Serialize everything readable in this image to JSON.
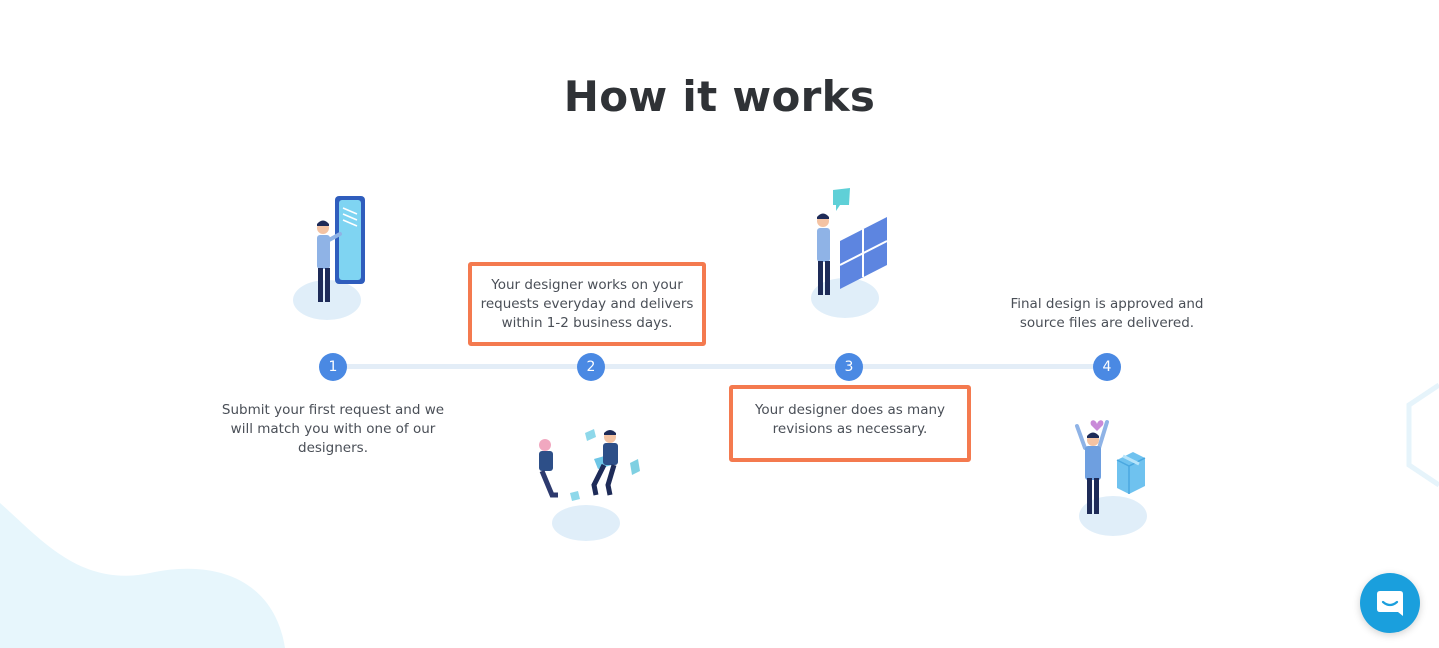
{
  "page": {
    "title": "How it works"
  },
  "steps": [
    {
      "number": "1",
      "text": "Submit your first request and we will match you with one of our designers.",
      "highlighted": false
    },
    {
      "number": "2",
      "text": "Your designer works on your requests everyday and delivers within 1-2 business days.",
      "highlighted": true
    },
    {
      "number": "3",
      "text": "Your designer does as many revisions as necessary.",
      "highlighted": true
    },
    {
      "number": "4",
      "text": "Final design is approved and source files are delivered.",
      "highlighted": false
    }
  ],
  "icons": {
    "chat": "chat-bubble-icon"
  },
  "colors": {
    "accent": "#4a89e3",
    "highlight_border": "#f47a4f",
    "timeline": "#e3edf7",
    "chat_button": "#1a9fdd",
    "title": "#2f3236"
  }
}
